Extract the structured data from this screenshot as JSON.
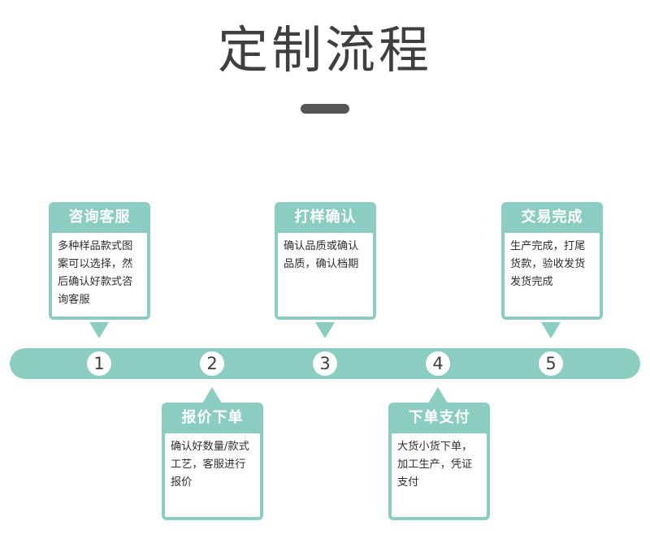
{
  "title": "定制流程",
  "colors": {
    "accent": "#8ccdc2",
    "title_text": "#3f3f3f",
    "title_bar": "#555555",
    "body_text": "#2f2f2f"
  },
  "steps": [
    {
      "number": "1",
      "heading": "咨询客服",
      "lines": [
        "多种样品款式图",
        "案可以选择，然",
        "后确认好款式咨",
        "询客服"
      ]
    },
    {
      "number": "2",
      "heading": "报价下单",
      "lines": [
        "确认好数量/款式",
        "工艺，客服进行",
        "报价"
      ]
    },
    {
      "number": "3",
      "heading": "打样确认",
      "lines": [
        "确认品质或确认",
        "品质，确认档期"
      ]
    },
    {
      "number": "4",
      "heading": "下单支付",
      "lines": [
        "大货小货下单，",
        "加工生产，凭证",
        "支付"
      ]
    },
    {
      "number": "5",
      "heading": "交易完成",
      "lines": [
        "生产完成，打尾",
        "货款，验收发货",
        "发货完成"
      ]
    }
  ]
}
